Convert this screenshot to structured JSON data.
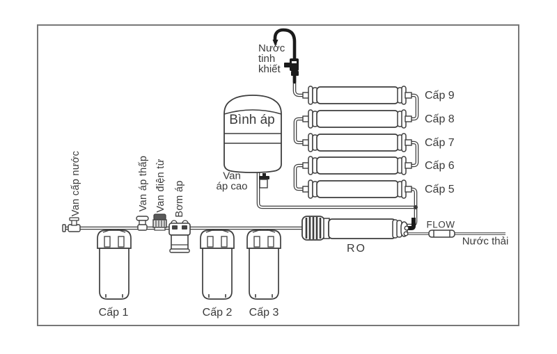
{
  "colors": {
    "background": "#ffffff",
    "line": "#3d3d3d",
    "frame_border": "#777777",
    "text": "#3a3a3a",
    "faucet_black": "#1b1b1b"
  },
  "faucet": {
    "label_lines": [
      "Nước",
      "tinh",
      "khiết"
    ]
  },
  "tank": {
    "label": "Bình áp"
  },
  "valves": {
    "feed_label": "Van cấp nước",
    "low_pressure_label": "Van áp thấp",
    "solenoid_label": "Van điện từ",
    "pump_label": "Bơm áp",
    "high_pressure_lines": [
      "Van",
      "áp cao"
    ]
  },
  "pre_filters": [
    {
      "label": "Cấp 1"
    },
    {
      "label": "Cấp 2"
    },
    {
      "label": "Cấp 3"
    }
  ],
  "ro": {
    "label": "RO"
  },
  "post_filters": [
    {
      "label": "Cấp 9"
    },
    {
      "label": "Cấp 8"
    },
    {
      "label": "Cấp 7"
    },
    {
      "label": "Cấp 6"
    },
    {
      "label": "Cấp 5"
    }
  ],
  "waste": {
    "flow_label": "FLOW",
    "label": "Nước thải"
  }
}
